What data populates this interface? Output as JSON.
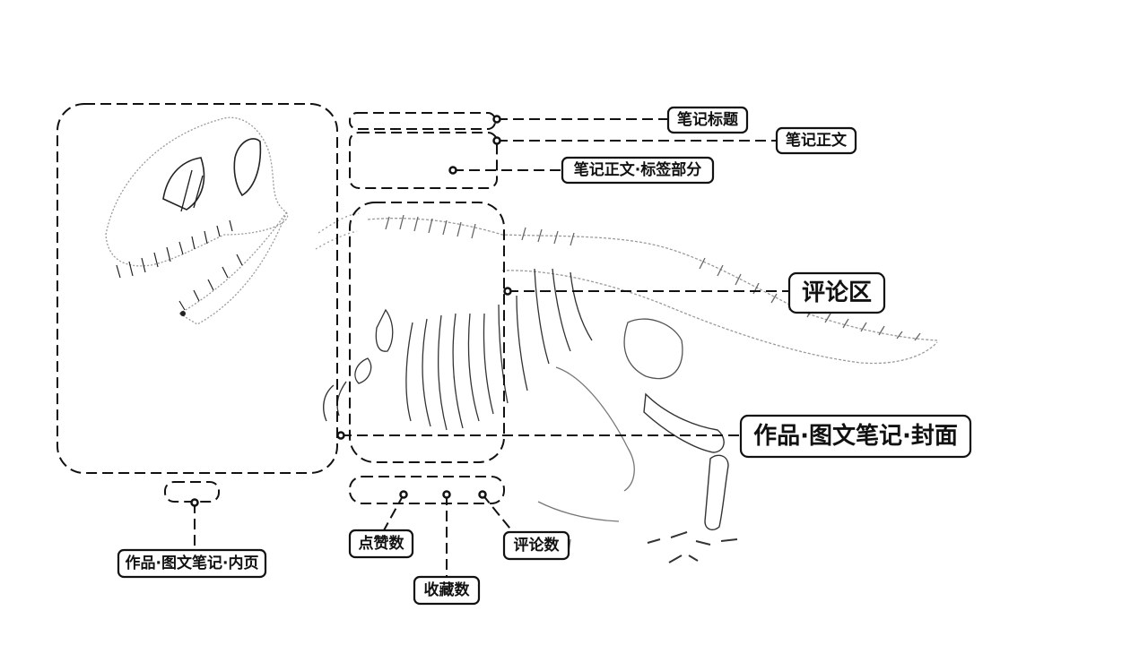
{
  "labels": {
    "note_title": "笔记标题",
    "note_body": "笔记正文",
    "note_body_tags": "笔记正文·标签部分",
    "comment_area": "评论区",
    "cover": "作品·图文笔记·封面",
    "inner_page": "作品·图文笔记·内页",
    "like_count": "点赞数",
    "favorite_count": "收藏数",
    "comment_count": "评论数"
  },
  "colors": {
    "stroke": "#111111",
    "skeleton": "#9a9a9a",
    "background": "#ffffff"
  }
}
